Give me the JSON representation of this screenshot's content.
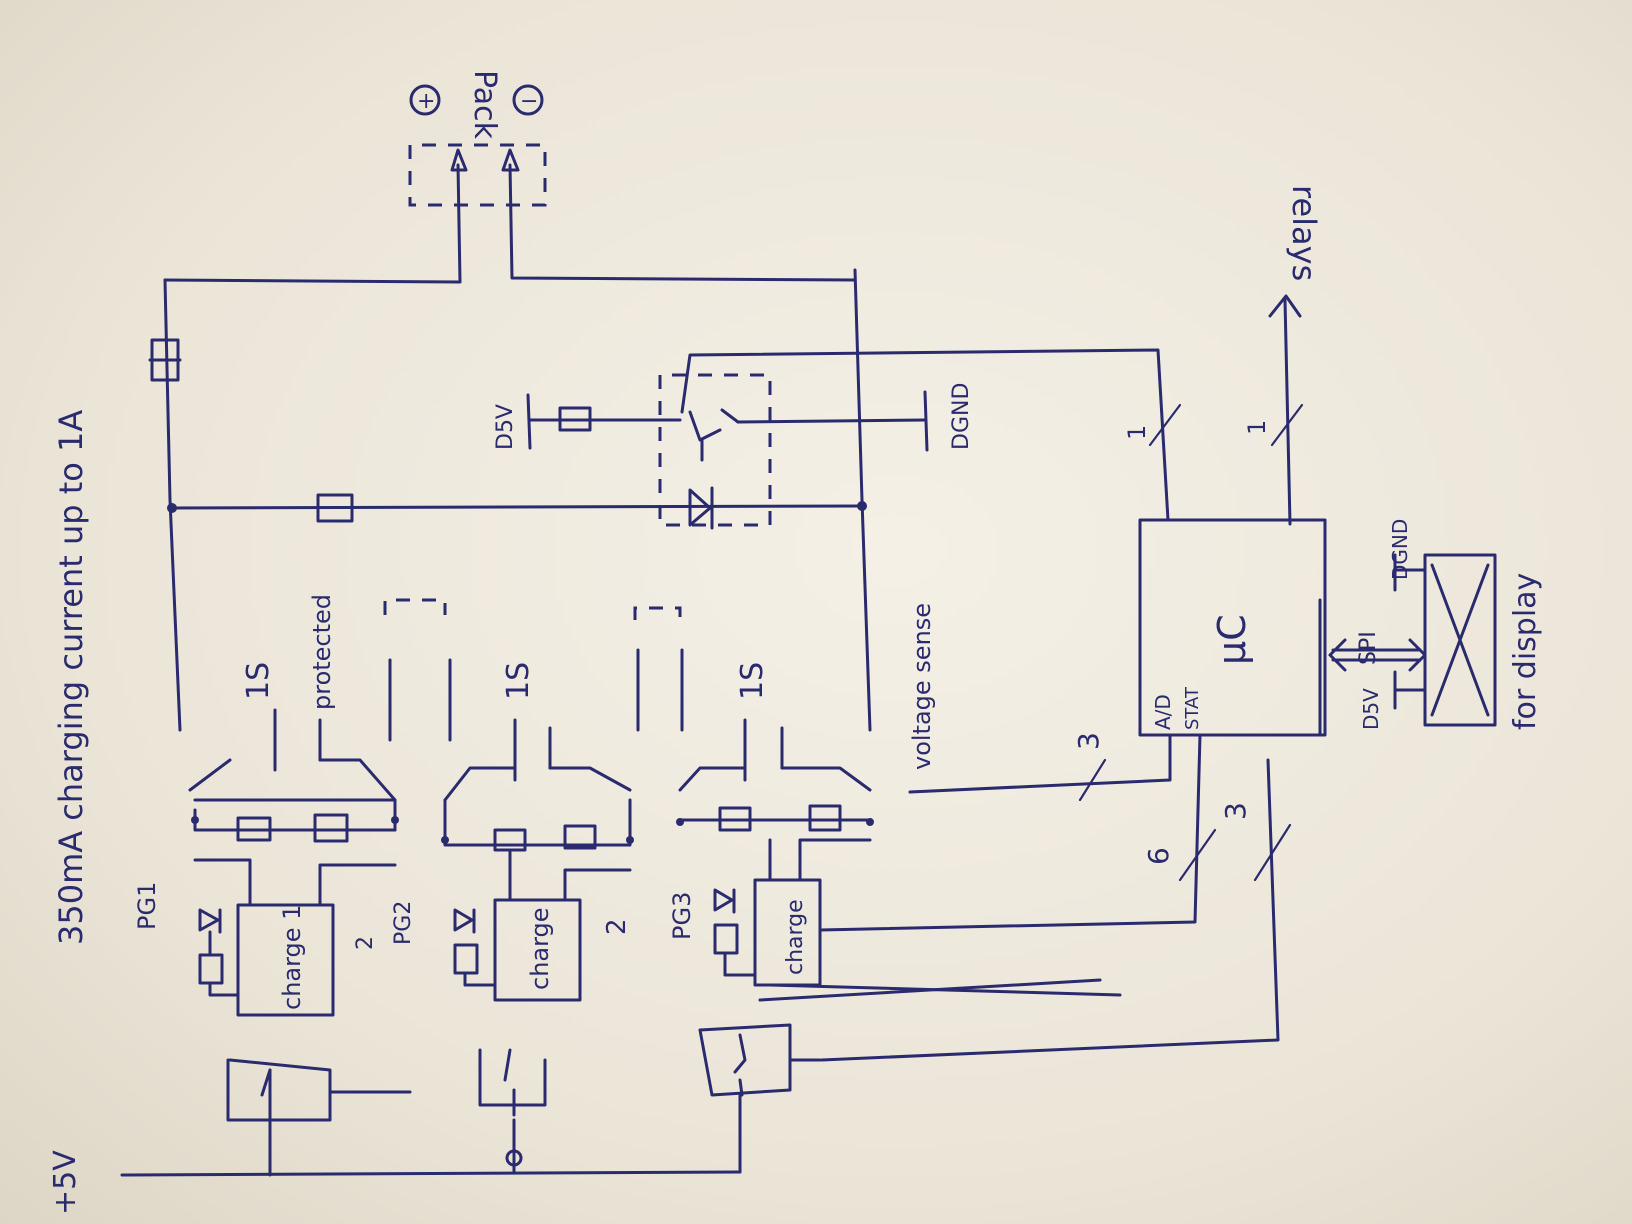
{
  "texts": {
    "plus5v": "+5V",
    "charging_note": "350mA charging current up to 1A",
    "pack": "Pack",
    "plus_sign": "+",
    "minus_sign": "−",
    "cell1": "1S",
    "cell1_note": "protected",
    "cell2": "1S",
    "cell3": "1S",
    "pg1": "PG1",
    "pg2": "PG2",
    "pg3": "PG3",
    "charge1": "charge 1",
    "charge2": "charge",
    "charge3": "charge",
    "num_2a": "2",
    "num_2b": "2",
    "voltage_sense": "voltage sense",
    "ad": "A/D",
    "stat": "STAT",
    "uc": "µC",
    "spi": "SPI",
    "d5v_top": "D5V",
    "dgnd_top": "DGND",
    "d5v_bottom": "D5V",
    "dgnd_bottom": "DGND",
    "relays": "relays",
    "for_display": "for display",
    "bus3": "3",
    "bus6": "6",
    "bus3b": "3",
    "bus1a": "1",
    "bus1b": "1"
  },
  "colors": {
    "ink": "#2a2b6e",
    "paper": "#efeadf"
  }
}
